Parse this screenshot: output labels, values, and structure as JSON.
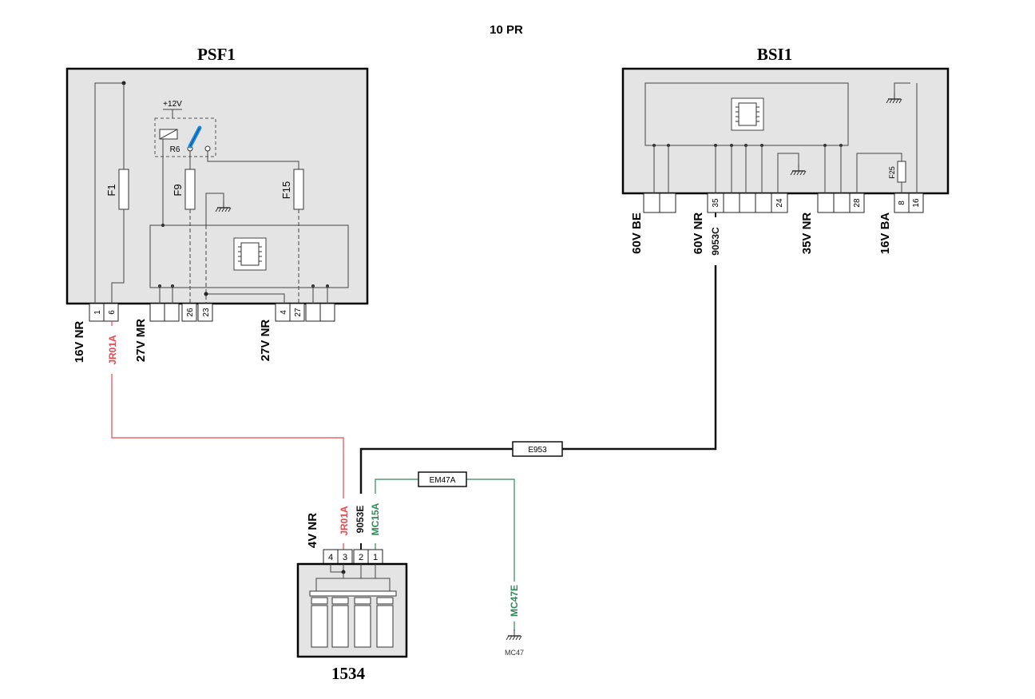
{
  "header": {
    "title": "10 PR"
  },
  "components": {
    "psf1": {
      "name": "PSF1",
      "relay_supply": "+12V",
      "relay": "R6",
      "fuses": [
        "F1",
        "F9",
        "F15"
      ],
      "pins": [
        "1",
        "6",
        "",
        "",
        "26",
        "23",
        "",
        "4",
        "27",
        "",
        ""
      ],
      "connectors": [
        "16V NR",
        "27V MR",
        "27V NR"
      ]
    },
    "bsi1": {
      "name": "BSI1",
      "fuse": "F25",
      "pins": [
        "",
        "",
        "35",
        "",
        "",
        "24",
        "",
        "",
        "28",
        "8",
        "16"
      ],
      "connectors": [
        "60V BE",
        "60V NR",
        "35V NR",
        "16V BA"
      ]
    },
    "c1534": {
      "name": "1534",
      "pins": [
        "4",
        "3",
        "2",
        "1"
      ],
      "connector": "4V NR"
    },
    "ground": {
      "label": "MC47",
      "wire": "MC47E"
    }
  },
  "wires": {
    "jr01a_top": "JR01A",
    "jr01a_bottom": "JR01A",
    "w9053c": "9053C",
    "w9053e": "9053E",
    "mc15a": "MC15A",
    "e953": "E953",
    "em47a": "EM47A"
  },
  "colors": {
    "red_wire": "#e8474e",
    "green_wire": "#2f8a57",
    "black_wire": "#111111",
    "component_fill": "#e4e4e4"
  }
}
